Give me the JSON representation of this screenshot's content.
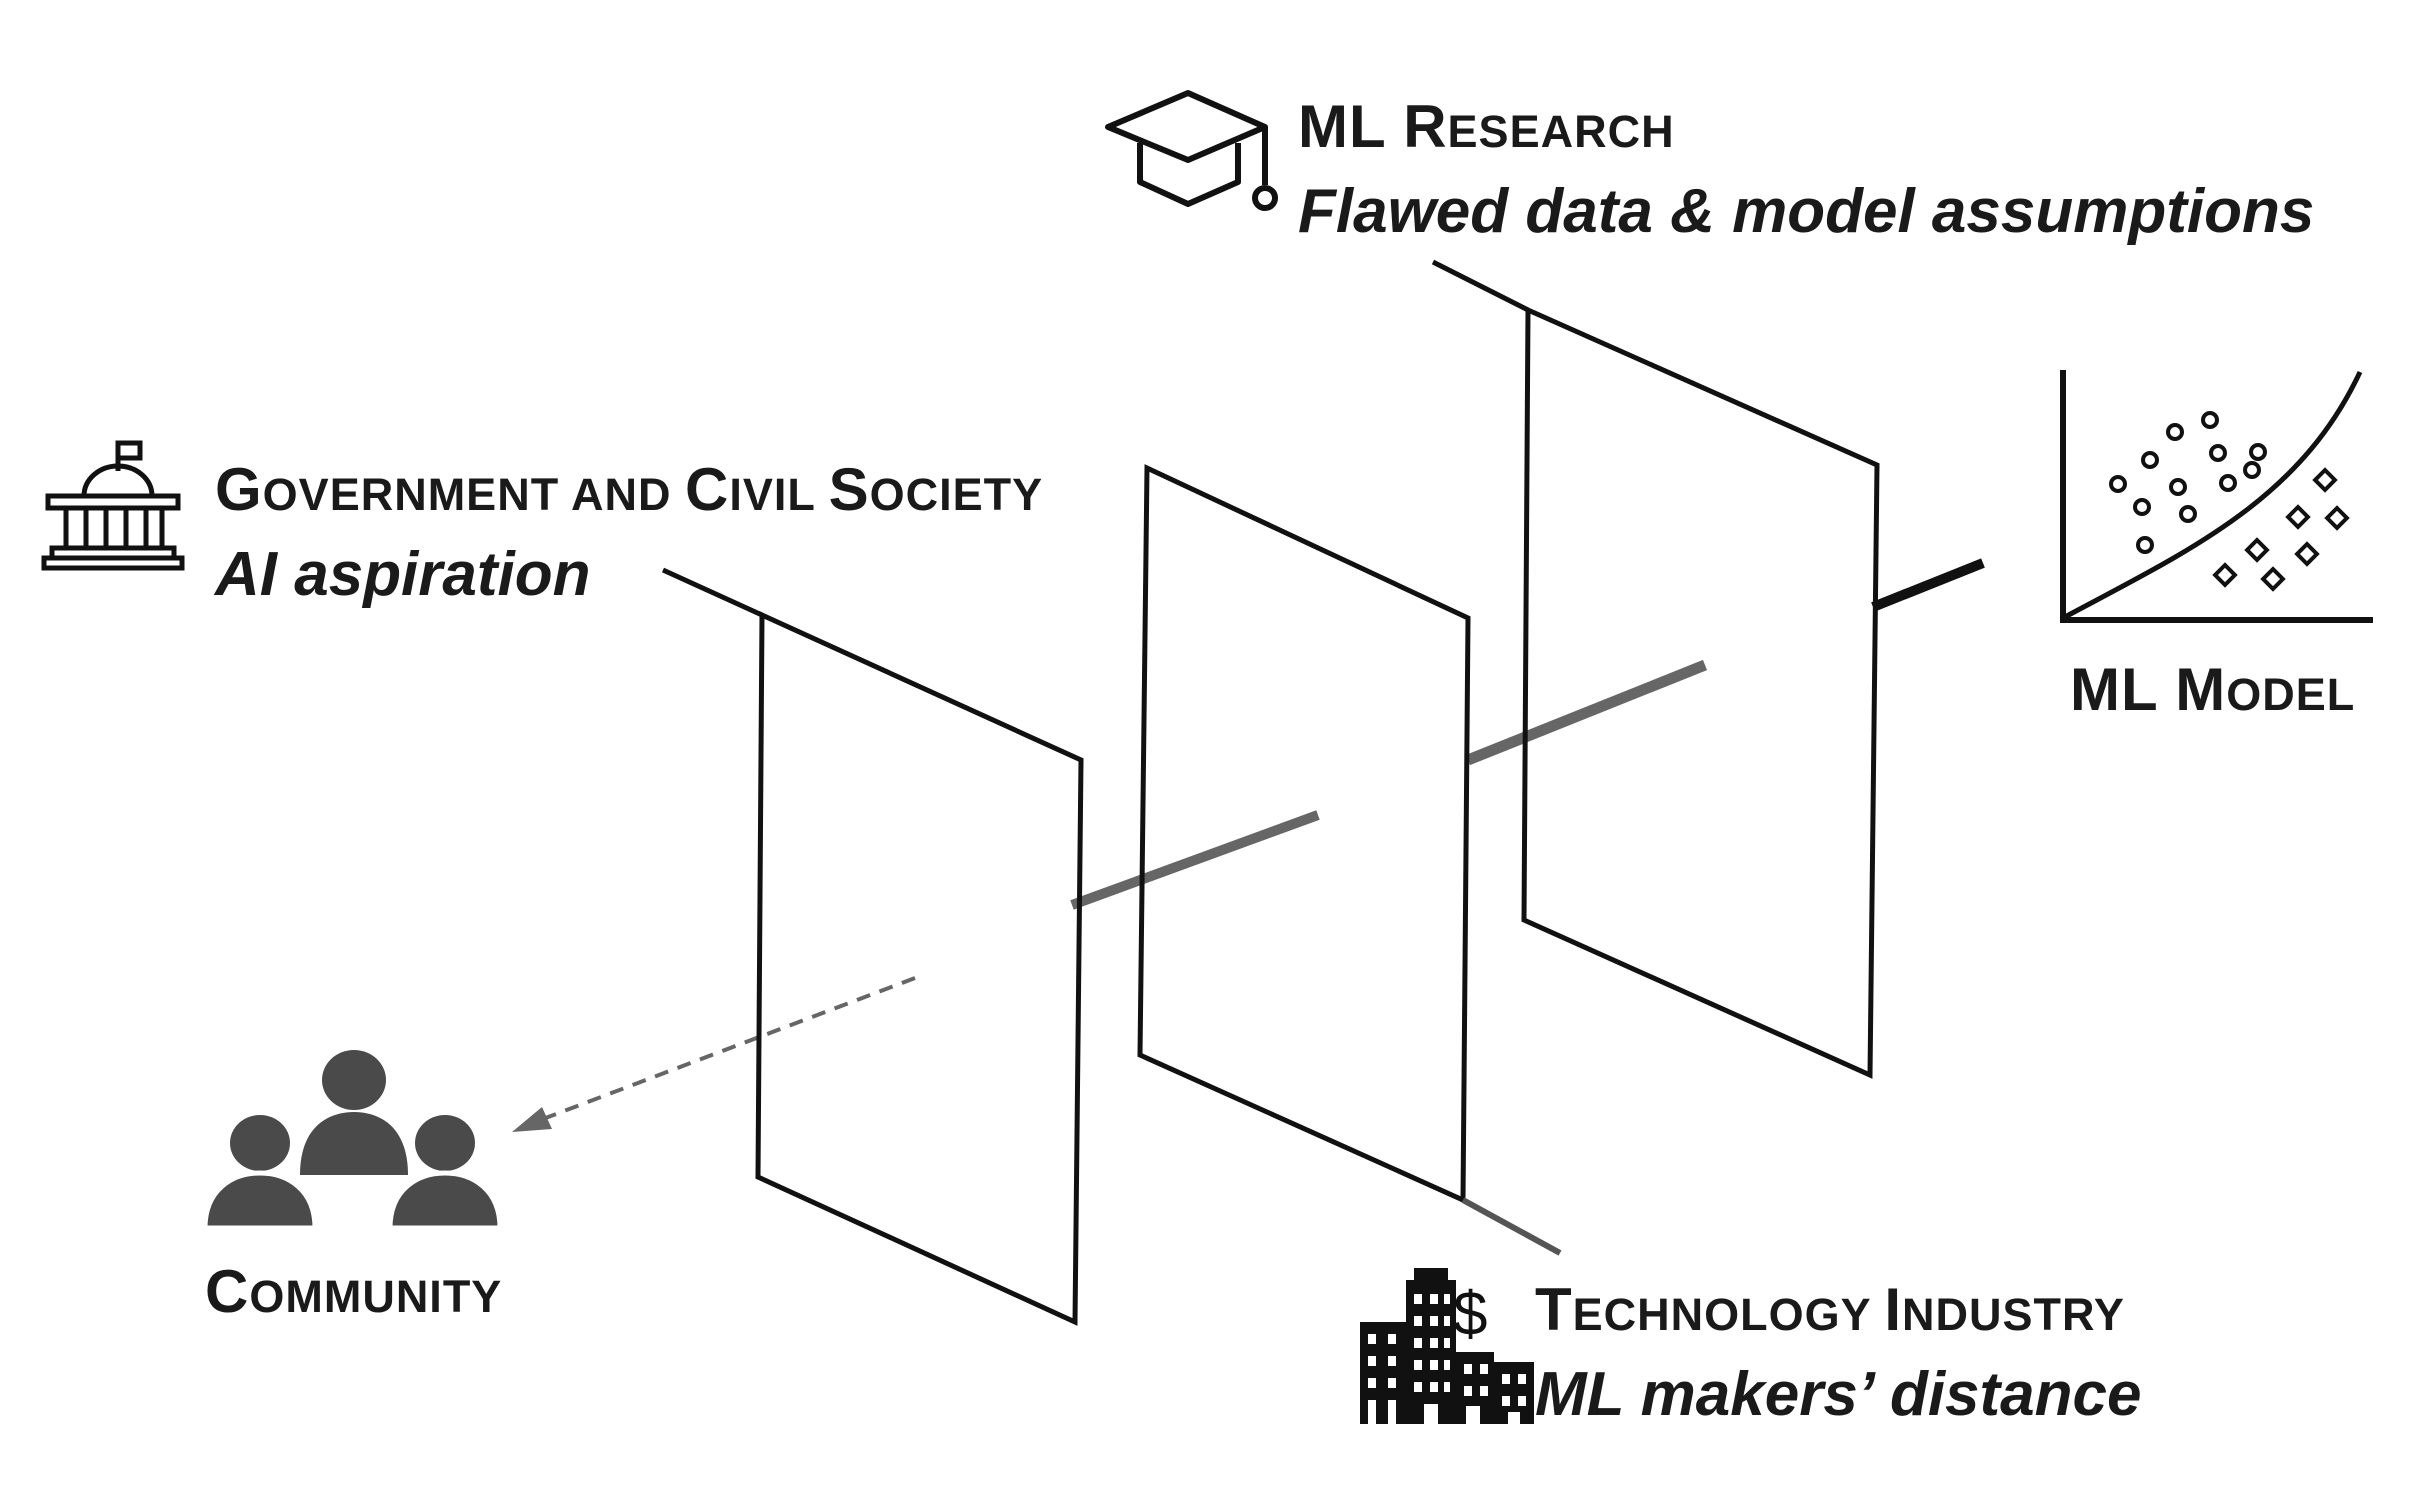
{
  "ml_research": {
    "title_first": "ML R",
    "title_rest": "ESEARCH",
    "subtitle": "Flawed data & model assumptions"
  },
  "government": {
    "g1": "G",
    "g1_rest": "OVERNMENT AND ",
    "g2": "C",
    "g2_rest": "IVIL ",
    "g3": "S",
    "g3_rest": "OCIETY",
    "subtitle": "AI aspiration"
  },
  "ml_model": {
    "p1": "ML M",
    "p1_rest": "ODEL"
  },
  "community": {
    "first": "C",
    "rest": "OMMUNITY"
  },
  "technology": {
    "t1": "T",
    "t1_rest": "ECHNOLOGY ",
    "t2": "I",
    "t2_rest": "NDUSTRY",
    "subtitle": "ML makers’ distance"
  },
  "icons": [
    "graduation-cap-icon",
    "government-building-icon",
    "scatter-plot-icon",
    "people-group-icon",
    "city-buildings-dollar-icon"
  ],
  "colors": {
    "ink": "#1a1a1a",
    "gray_line": "#666666",
    "icon_gray": "#4a4a4a"
  }
}
